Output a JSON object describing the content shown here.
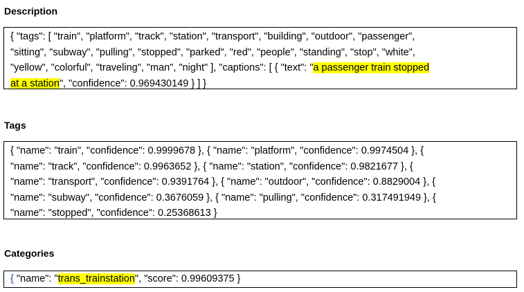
{
  "description": {
    "heading": "Description",
    "lines": [
      "{ \"tags\": [ \"train\", \"platform\", \"track\", \"station\", \"transport\", \"building\", \"outdoor\", \"passenger\",",
      "\"sitting\", \"subway\", \"pulling\", \"stopped\", \"parked\", \"red\", \"people\", \"standing\", \"stop\", \"white\",",
      "\"yellow\", \"colorful\", \"traveling\", \"man\", \"night\" ], \"captions\": [ { \"text\": \""
    ],
    "caption_part1": "a passenger train stopped",
    "caption_part2": "at a station",
    "line4_rest": "\", \"confidence\": 0.969430149 } ] }"
  },
  "tags": {
    "heading": "Tags",
    "lines": [
      "{ \"name\": \"train\", \"confidence\": 0.9999678 }, { \"name\": \"platform\", \"confidence\": 0.9974504 }, {",
      "\"name\": \"track\", \"confidence\": 0.9963652 }, { \"name\": \"station\", \"confidence\": 0.9821677 }, {",
      "\"name\": \"transport\", \"confidence\": 0.9391764 }, { \"name\": \"outdoor\", \"confidence\": 0.8829004 }, {",
      "\"name\": \"subway\", \"confidence\": 0.3676059 }, { \"name\": \"pulling\", \"confidence\": 0.317491949 }, {",
      "\"name\": \"stopped\", \"confidence\": 0.25368613 }"
    ]
  },
  "categories": {
    "heading": "Categories",
    "brace": "{",
    "prefix": " \"name\": \"",
    "value": "trans_trainstation",
    "suffix": "\", \"score\": 0.99609375 }"
  },
  "colors": {
    "highlight": "#ffff00",
    "border": "#000000",
    "text": "#000000",
    "link": "#1f4e9a"
  }
}
